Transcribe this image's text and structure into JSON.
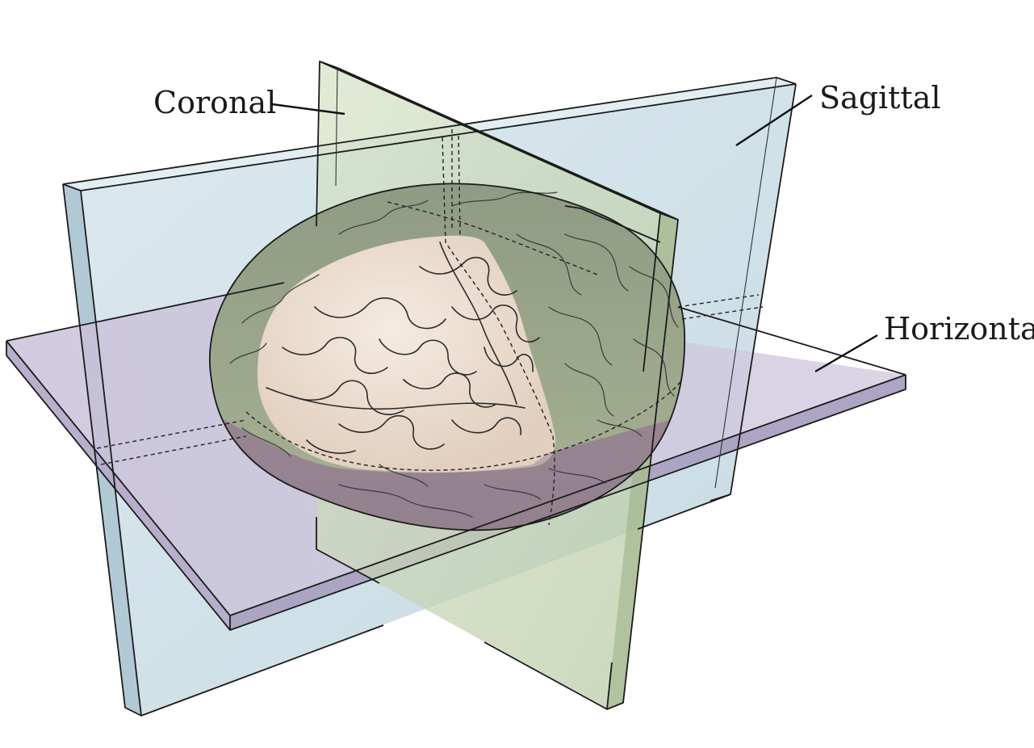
{
  "labels": {
    "coronal": "Coronal",
    "sagittal": "Sagittal",
    "horizontal": "Horizontal"
  },
  "colors": {
    "background": "#ffffff",
    "sagittal_plane": "#c9dde6",
    "coronal_plane": "#c6d6b4",
    "horizontal_plane": "#c4bfd6",
    "brain_light": "#eee0d2",
    "brain_green": "#9ba88a",
    "brain_purple": "#a08c98",
    "outline": "#1b1b1b"
  }
}
